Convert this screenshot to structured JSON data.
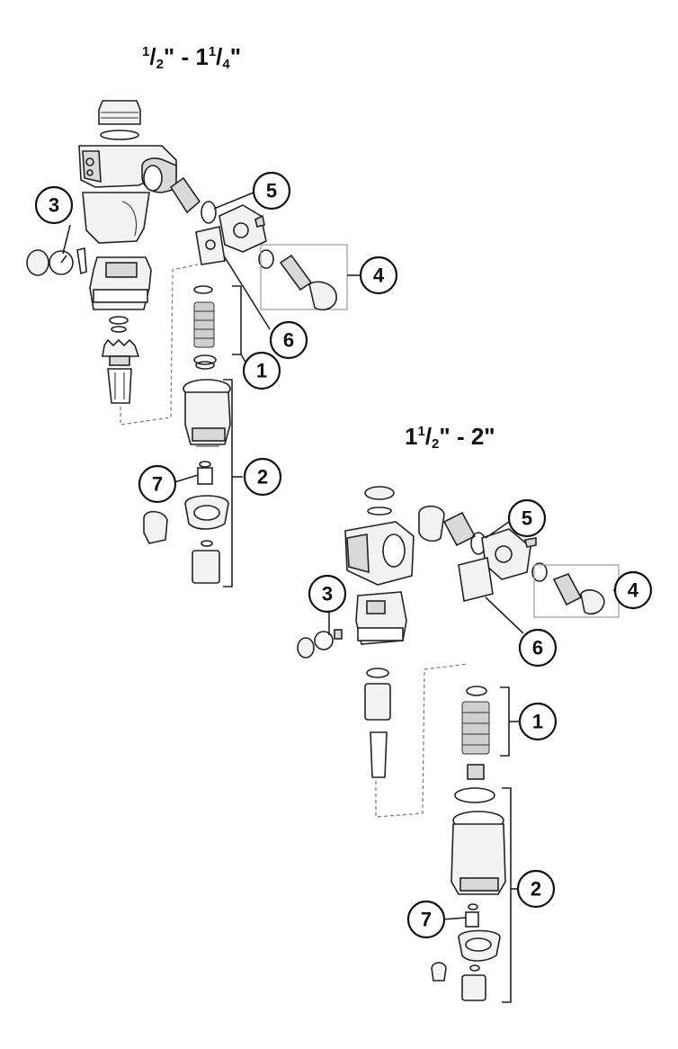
{
  "diagram_1": {
    "title": {
      "n1": "1",
      "slash1": "/",
      "d1": "2",
      "sep": "\" - 1",
      "n2": "1",
      "slash2": "/",
      "d2": "4",
      "end": "\""
    },
    "callouts": [
      "1",
      "2",
      "3",
      "4",
      "5",
      "6",
      "7"
    ]
  },
  "diagram_2": {
    "title": {
      "whole": "1",
      "n1": "1",
      "slash1": "/",
      "d1": "2",
      "sep": "\" - 2\""
    },
    "callouts": [
      "1",
      "2",
      "3",
      "4",
      "5",
      "6",
      "7"
    ]
  }
}
